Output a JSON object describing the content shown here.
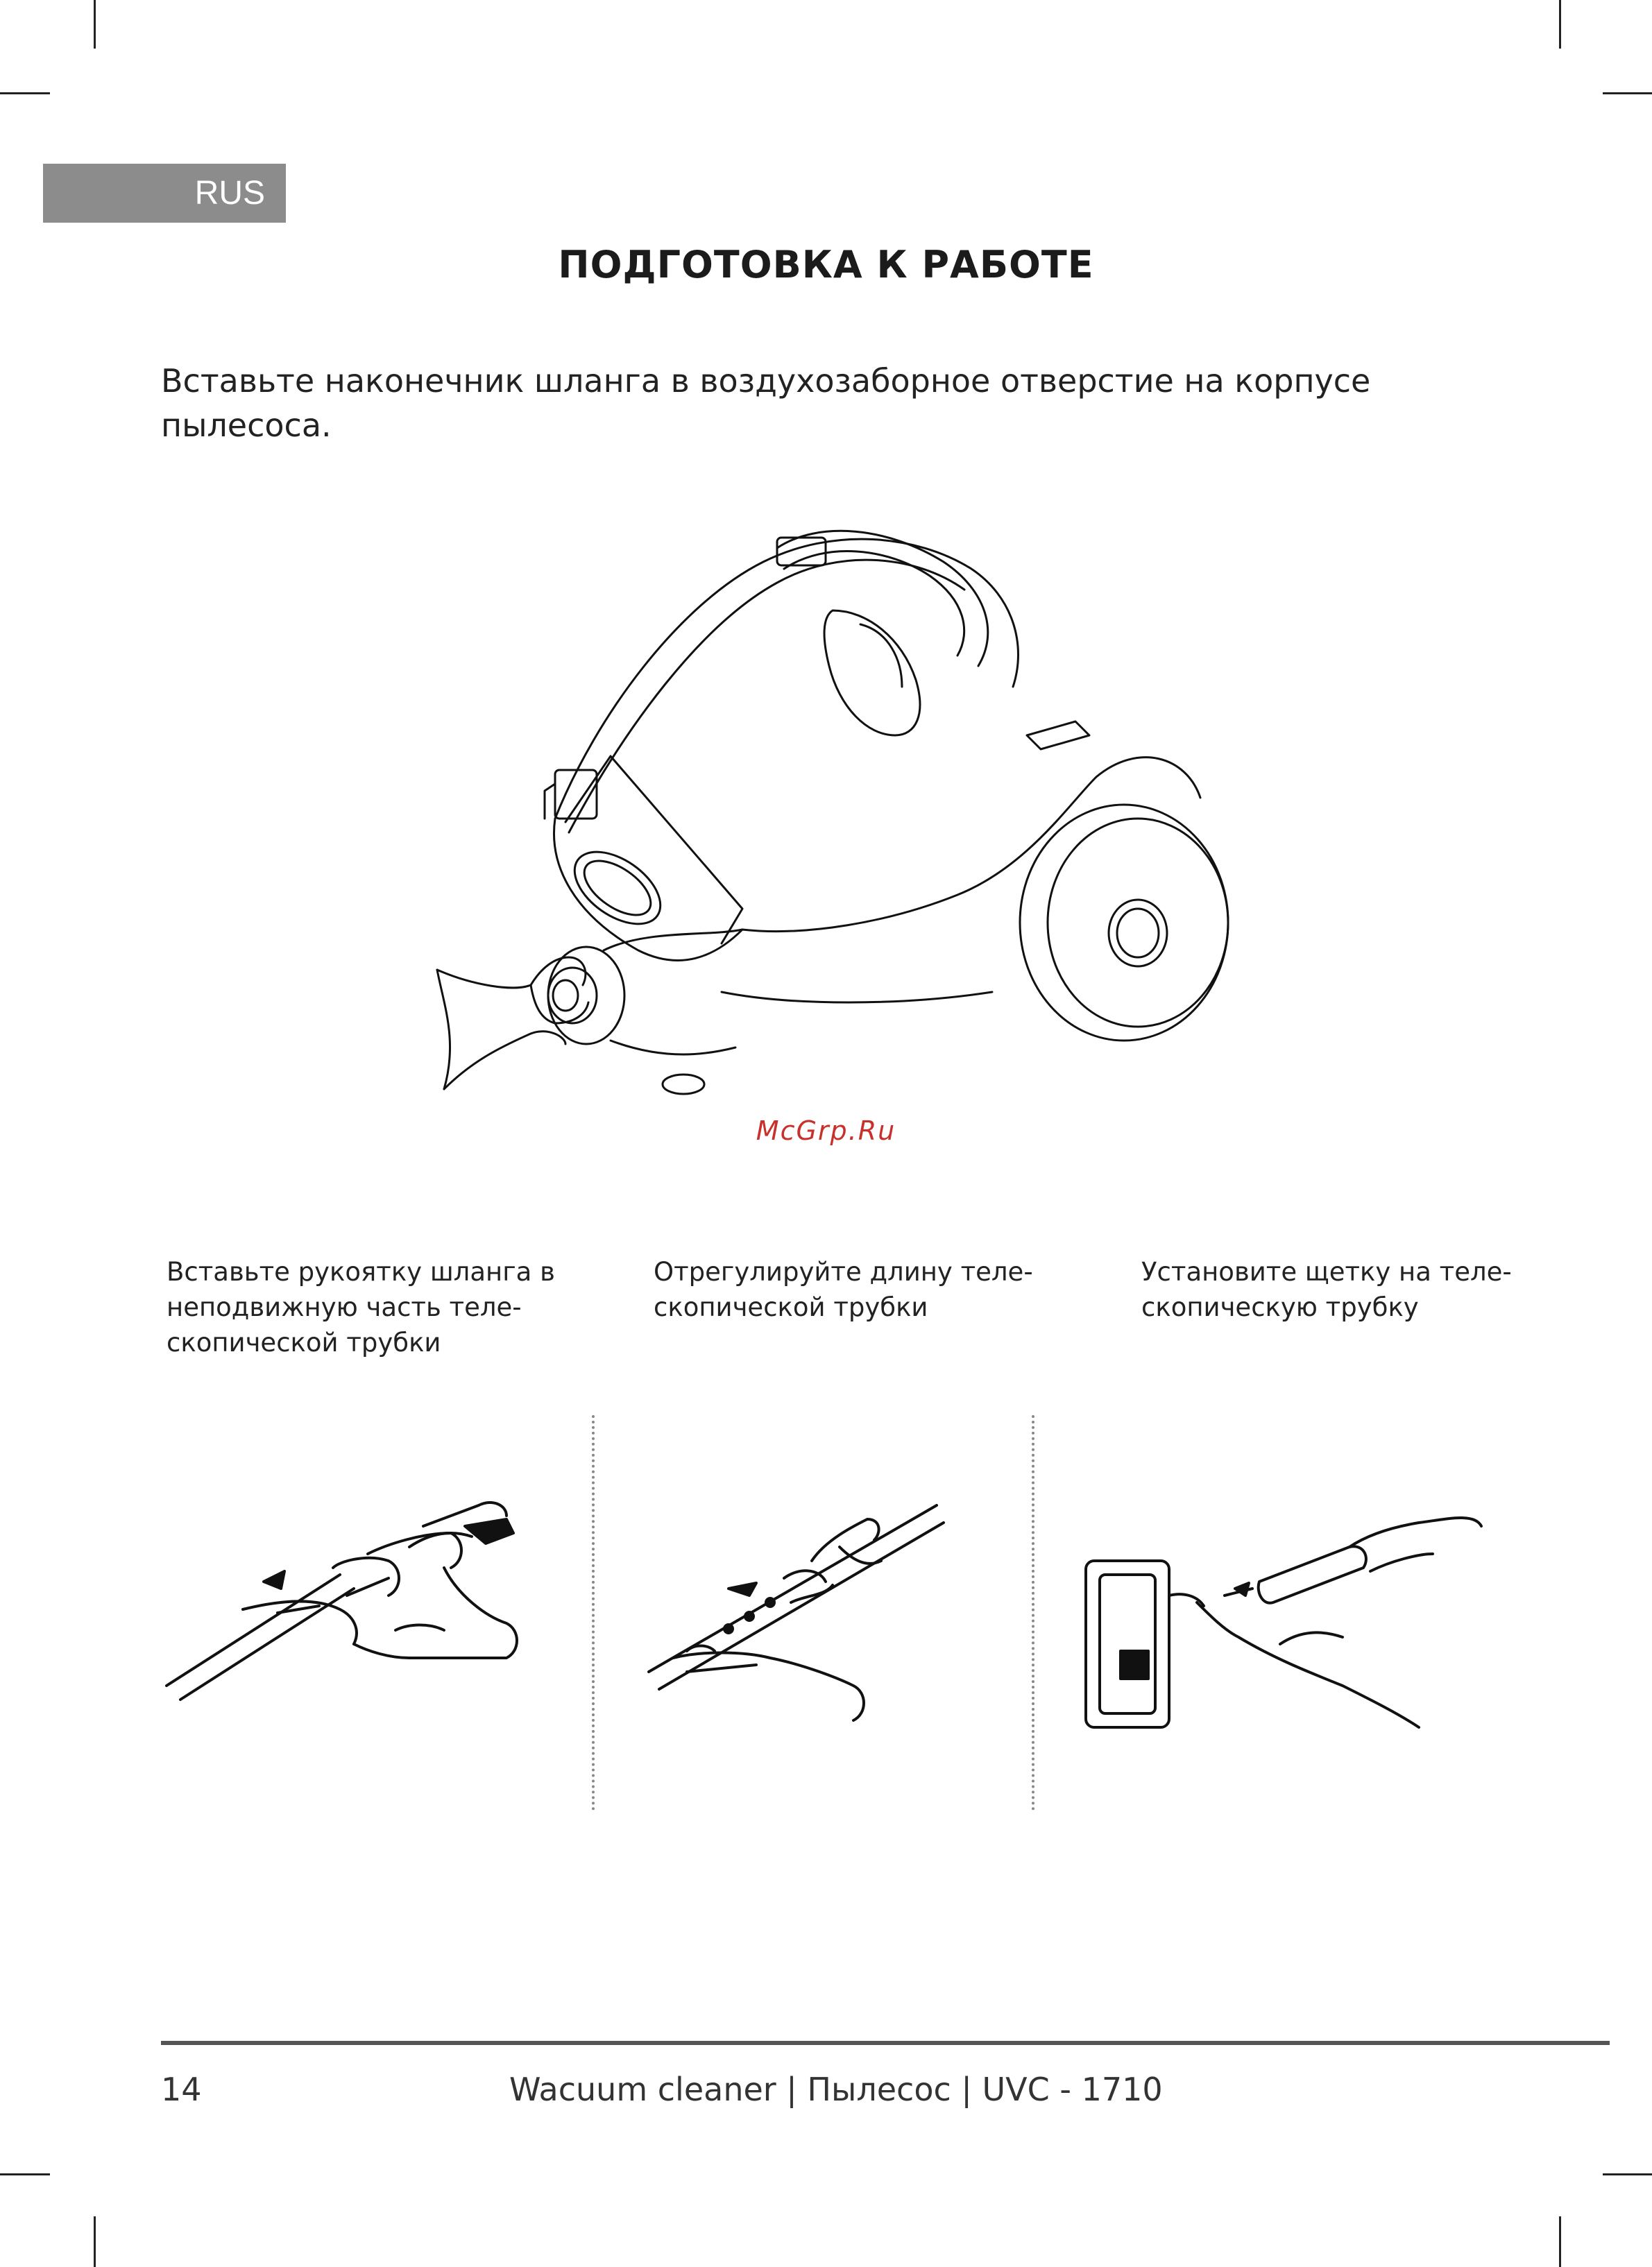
{
  "header": {
    "language_tab": "RUS"
  },
  "page_title": "ПОДГОТОВКА К РАБОТЕ",
  "intro_text": "Вставьте наконечник шланга в воздухозаборное отверстие на корпусе пылесоса.",
  "watermark": "McGrp.Ru",
  "steps": [
    {
      "text": "Вставьте рукоятку шланга в\nнеподвижную часть   теле-\nскопической  трубки",
      "illustration": "hose-handle-into-tube-illustration"
    },
    {
      "text": "Отрегулируйте длину теле-\nскопической трубки",
      "illustration": "adjust-tube-length-illustration"
    },
    {
      "text": "Установите щетку на теле-\nскопическую трубку",
      "illustration": "attach-brush-illustration"
    }
  ],
  "footer": {
    "page_number": "14",
    "doc_title": "Wacuum cleaner | Пылесос | UVC - 1710"
  },
  "colors": {
    "tab_background": "#8c8c8c",
    "watermark": "#c8302b",
    "footer_rule": "#555555"
  }
}
